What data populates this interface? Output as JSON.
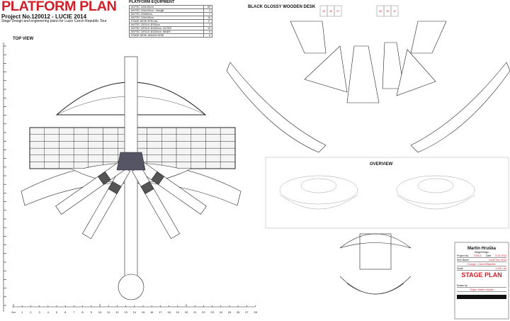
{
  "header": {
    "title": "PLATFORM PLAN",
    "project": "Project No.120012 - LUCIE 2014",
    "subtitle": "Stage Design and engineering plans for Lucie Czech Republic Tour"
  },
  "equipment": {
    "title": "PLATFORM EQUIPMENT",
    "rows": [
      {
        "item": "NIVTEC 200x100cm",
        "qty": "69"
      },
      {
        "item": "NIVTEC 200x100cm - triangle",
        "qty": "4"
      },
      {
        "item": "NIVTEC 200x50cm",
        "qty": "1"
      },
      {
        "item": "NIVTEC 100x100cm",
        "qty": "19"
      },
      {
        "item": "STAGE DESK SPECIAL",
        "qty": "17"
      },
      {
        "item": "NIVTEC CIRCLE Ø700cm",
        "qty": "4"
      },
      {
        "item": "NIVTEC CIRCLE Ø1300cm, OUTER",
        "qty": "14"
      },
      {
        "item": "NIVTEC CIRCLE Ø1300cm, INNER",
        "qty": "6"
      },
      {
        "item": "STAGE DESK 100x200 GRID",
        "qty": "6"
      }
    ]
  },
  "sections": {
    "top_view": "TOP VIEW",
    "desk": "BLACK GLOSSY WOODEN DESK",
    "overview": "OVERVIEW"
  },
  "desk_boxes": [
    "35",
    "36",
    "37",
    "38",
    "39",
    "40"
  ],
  "ruler": [
    "0m",
    "1",
    "2",
    "3",
    "4",
    "5",
    "6",
    "7",
    "8",
    "9",
    "10",
    "11",
    "12",
    "13",
    "14",
    "15",
    "16",
    "17",
    "18",
    "19",
    "20",
    "21",
    "22",
    "23",
    "24",
    "25",
    "26",
    "27",
    "28"
  ],
  "title_block": {
    "logo": "Martin Hruška",
    "logo_sub": "StageDesign",
    "project_no_label": "Project No.",
    "project_no": "120012",
    "date_label": "Date",
    "date": "5.10.2013",
    "name_label": "Item Name",
    "name": "Lucie Tour 2014",
    "region": "Europe - Czech Republic",
    "scale_label": "Scale",
    "scale": "1:100 / A3",
    "drawing": "STAGE PLAN",
    "drawn_by_label": "Drawn by",
    "author": "Engnr. Martin Hruška",
    "colors": {
      "accent": "#d0202a"
    }
  }
}
